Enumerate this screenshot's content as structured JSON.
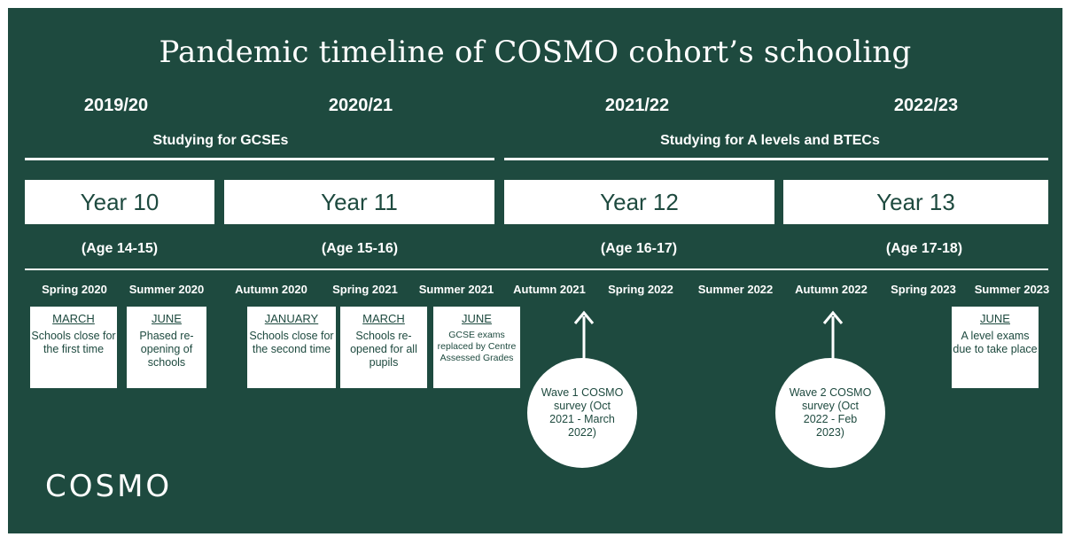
{
  "title": "Pandemic timeline of COSMO cohort’s schooling",
  "academic_years": [
    "2019/20",
    "2020/21",
    "2021/22",
    "2022/23"
  ],
  "study_labels": [
    "Studying for GCSEs",
    "Studying for A levels and BTECs"
  ],
  "years": [
    {
      "label": "Year 10",
      "age": "(Age 14-15)"
    },
    {
      "label": "Year 11",
      "age": "(Age 15-16)"
    },
    {
      "label": "Year 12",
      "age": "(Age 16-17)"
    },
    {
      "label": "Year 13",
      "age": "(Age 17-18)"
    }
  ],
  "terms": [
    "Spring 2020",
    "Summer 2020",
    "Autumn 2020",
    "Spring 2021",
    "Summer 2021",
    "Autumn 2021",
    "Spring 2022",
    "Summer 2022",
    "Autumn 2022",
    "Spring 2023",
    "Summer 2023"
  ],
  "events": [
    {
      "month": "MARCH",
      "text": "Schools close for the first time"
    },
    {
      "month": "JUNE",
      "text": "Phased re-opening of schools"
    },
    {
      "month": "JANUARY",
      "text": "Schools close for the second time"
    },
    {
      "month": "MARCH",
      "text": "Schools re-opened for all pupils"
    },
    {
      "month": "JUNE",
      "text": "GCSE exams replaced by Centre Assessed Grades"
    },
    {
      "month": "JUNE",
      "text": "A level exams due to take place"
    }
  ],
  "surveys": [
    {
      "text": "Wave 1 COSMO survey (Oct 2021 - March 2022)"
    },
    {
      "text": "Wave 2 COSMO survey (Oct 2022 - Feb 2023)"
    }
  ],
  "logo": "COSMO",
  "colors": {
    "background": "#1e4a3f",
    "foreground": "#ffffff"
  }
}
